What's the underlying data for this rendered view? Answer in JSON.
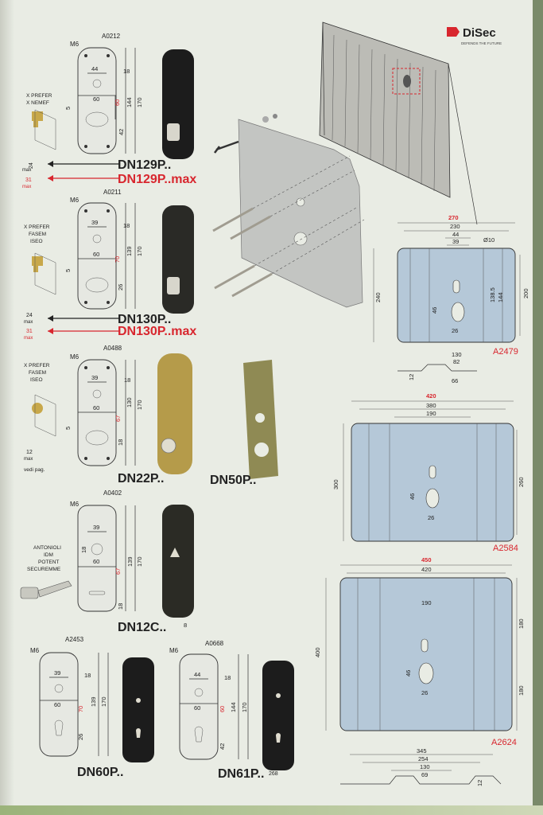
{
  "brand": {
    "name": "DiSec",
    "tagline": "DEFENDS THE FUTURE",
    "color": "#d8262e"
  },
  "products": [
    {
      "thread": "M6",
      "ref": "A0212",
      "compat": [
        "X PREFER",
        "X NEMEF"
      ],
      "dims": {
        "top": "44",
        "radius": "18",
        "width": "60",
        "center": "60",
        "mid": "144",
        "height": "170",
        "bottom": "42",
        "side": "5"
      },
      "thickness": [
        "24",
        "max",
        "31",
        "max"
      ],
      "code": "DN129P..",
      "code_max": "DN129P..max"
    },
    {
      "thread": "M6",
      "ref": "A0211",
      "compat": [
        "X PREFER",
        "FASEM",
        "ISEO"
      ],
      "dims": {
        "top": "39",
        "radius": "18",
        "width": "60",
        "center": "70",
        "mid": "139",
        "height": "170",
        "bottom": "26",
        "side": "5"
      },
      "thickness": [
        "24",
        "max",
        "31",
        "max"
      ],
      "code": "DN130P..",
      "code_max": "DN130P..max"
    },
    {
      "thread": "M6",
      "ref": "A0488",
      "compat": [
        "X PREFER",
        "FASEM",
        "ISEO"
      ],
      "dims": {
        "top": "39",
        "radius": "18",
        "width": "60",
        "center": "67",
        "mid": "130",
        "height": "170",
        "bottom": "18",
        "side": "5"
      },
      "thickness": [
        "12",
        "max"
      ],
      "note": "vedi pag.",
      "code": "DN22P..",
      "code_extra": "DN50P.."
    },
    {
      "thread": "M6",
      "ref": "A0402",
      "compat": [
        "ANTONIOLI",
        "IDM",
        "POTENT",
        "SECUREMME"
      ],
      "dims": {
        "top": "39",
        "radius": "18",
        "width": "60",
        "center": "67",
        "mid": "139",
        "height": "170",
        "bottom": "18",
        "side": "8"
      },
      "code": "DN12C.."
    },
    {
      "thread": "M6",
      "ref": "A2453",
      "dims": {
        "top": "39",
        "radius": "18",
        "width": "60",
        "center": "70",
        "mid": "139",
        "height": "170",
        "bottom": "26"
      },
      "code": "DN60P.."
    },
    {
      "thread": "M6",
      "ref": "A0668",
      "dims": {
        "top": "44",
        "radius": "18",
        "width": "60",
        "center": "60",
        "mid": "144",
        "height": "170",
        "bottom": "42"
      },
      "code": "DN61P..",
      "extra": "268"
    }
  ],
  "plates": [
    {
      "ref": "A2479",
      "total": "270",
      "w1": "230",
      "w2": "44",
      "w3": "39",
      "hole": "Ø10",
      "h1": "240",
      "h2": "200",
      "v1": "138.5",
      "v2": "144",
      "d1": "46",
      "d2": "26",
      "profile": [
        "130",
        "82",
        "12",
        "66"
      ]
    },
    {
      "ref": "A2584",
      "total": "420",
      "w1": "380",
      "w2": "190",
      "h1": "300",
      "h2": "260",
      "d1": "46",
      "d2": "26"
    },
    {
      "ref": "A2624",
      "total": "450",
      "w1": "420",
      "w2": "190",
      "h1": "400",
      "h2a": "180",
      "h2b": "180",
      "d1": "46",
      "d2": "26",
      "profile": [
        "345",
        "254",
        "130",
        "69",
        "12"
      ]
    }
  ]
}
